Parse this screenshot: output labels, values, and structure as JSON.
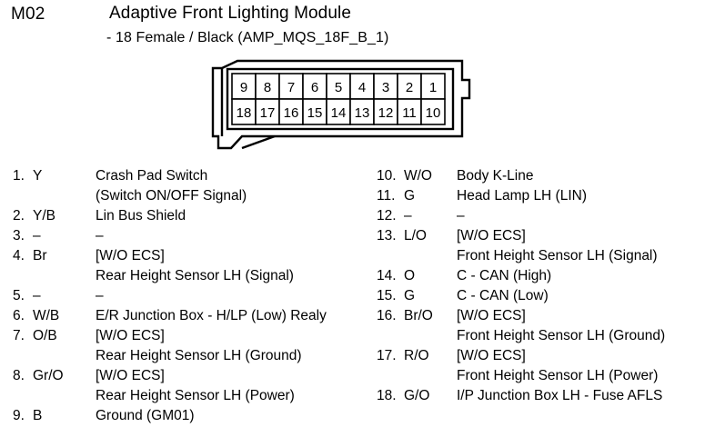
{
  "header": {
    "module_code": "M02",
    "title": "Adaptive Front Lighting Module",
    "subtitle": "- 18 Female / Black (AMP_MQS_18F_B_1)"
  },
  "connector": {
    "name": "connector-face-view",
    "top_row": [
      "9",
      "8",
      "7",
      "6",
      "5",
      "4",
      "3",
      "2",
      "1"
    ],
    "bottom_row": [
      "18",
      "17",
      "16",
      "15",
      "14",
      "13",
      "12",
      "11",
      "10"
    ],
    "line_color": "#000000",
    "fill_color": "#ffffff"
  },
  "pins": {
    "left": [
      {
        "number": "1.",
        "color": "Y",
        "lines": [
          "Crash Pad Switch",
          "(Switch ON/OFF Signal)"
        ]
      },
      {
        "number": "2.",
        "color": "Y/B",
        "lines": [
          "Lin Bus Shield"
        ]
      },
      {
        "number": "3.",
        "color": "–",
        "lines": [
          "–"
        ]
      },
      {
        "number": "4.",
        "color": "Br",
        "lines": [
          "[W/O ECS]",
          "Rear Height Sensor LH (Signal)"
        ]
      },
      {
        "number": "5.",
        "color": "–",
        "lines": [
          "–"
        ]
      },
      {
        "number": "6.",
        "color": "W/B",
        "lines": [
          "E/R Junction Box - H/LP (Low) Realy"
        ]
      },
      {
        "number": "7.",
        "color": "O/B",
        "lines": [
          "[W/O ECS]",
          "Rear Height Sensor LH (Ground)"
        ]
      },
      {
        "number": "8.",
        "color": "Gr/O",
        "lines": [
          "[W/O ECS]",
          "Rear Height Sensor LH (Power)"
        ]
      },
      {
        "number": "9.",
        "color": "B",
        "lines": [
          "Ground (GM01)"
        ]
      }
    ],
    "right": [
      {
        "number": "10.",
        "color": "W/O",
        "lines": [
          "Body K-Line"
        ]
      },
      {
        "number": "11.",
        "color": "G",
        "lines": [
          "Head Lamp LH (LIN)"
        ]
      },
      {
        "number": "12.",
        "color": "–",
        "lines": [
          "–"
        ]
      },
      {
        "number": "13.",
        "color": "L/O",
        "lines": [
          "[W/O ECS]",
          "Front Height Sensor LH (Signal)"
        ]
      },
      {
        "number": "14.",
        "color": "O",
        "lines": [
          "C - CAN (High)"
        ]
      },
      {
        "number": "15.",
        "color": "G",
        "lines": [
          "C - CAN (Low)"
        ]
      },
      {
        "number": "16.",
        "color": "Br/O",
        "lines": [
          "[W/O ECS]",
          "Front Height Sensor LH (Ground)"
        ]
      },
      {
        "number": "17.",
        "color": "R/O",
        "lines": [
          "[W/O ECS]",
          "Front Height Sensor LH (Power)"
        ]
      },
      {
        "number": "18.",
        "color": "G/O",
        "lines": [
          "I/P Junction Box LH - Fuse AFLS"
        ]
      }
    ]
  }
}
